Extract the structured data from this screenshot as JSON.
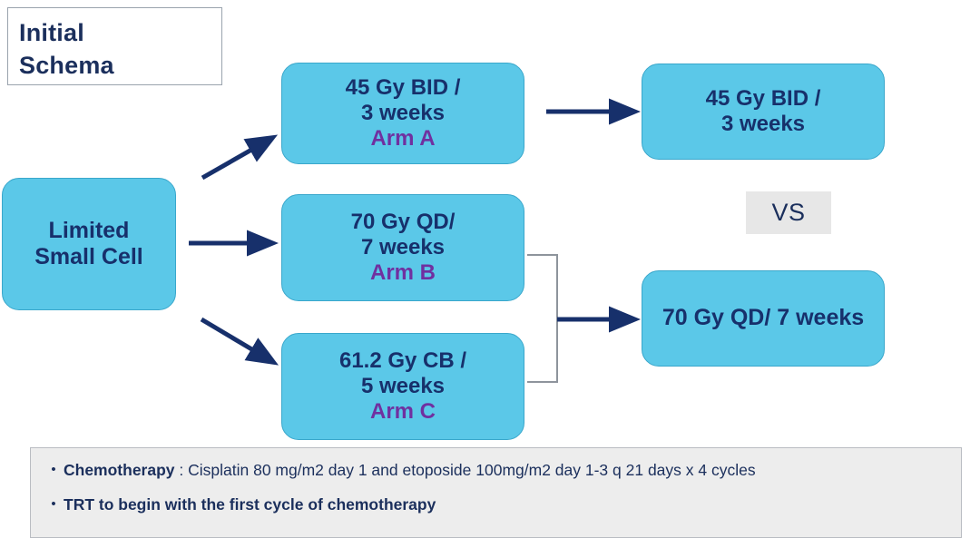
{
  "title": {
    "line1": "Initial",
    "line2": "Schema"
  },
  "colors": {
    "box_fill": "#5BC8E8",
    "box_border": "#3aa7cb",
    "text_navy": "#17306b",
    "arm_purple": "#7030A0",
    "chip_gray": "#E7E7E7",
    "footer_gray": "#EDEDED"
  },
  "flow": {
    "source": {
      "line1": "Limited",
      "line2": "Small Cell"
    },
    "arms": [
      {
        "id": "arm-a",
        "line1": "45 Gy BID /",
        "line2": "3 weeks",
        "arm_label": "Arm A"
      },
      {
        "id": "arm-b",
        "line1": "70 Gy QD/",
        "line2": "7 weeks",
        "arm_label": "Arm B"
      },
      {
        "id": "arm-c",
        "line1": "61.2 Gy CB /",
        "line2": "5 weeks",
        "arm_label": "Arm C"
      }
    ],
    "outcomes": [
      {
        "id": "outcome-top",
        "line1": "45 Gy BID /",
        "line2": "3 weeks"
      },
      {
        "id": "outcome-bottom",
        "line1": "70 Gy QD/ 7 weeks"
      }
    ],
    "comparison_label": "VS"
  },
  "notes": [
    {
      "bullet": "•",
      "bold_text": "Chemotherapy",
      "regular_text": " : Cisplatin 80 mg/m2 day 1 and etoposide 100mg/m2 day 1-3 q 21 days x 4 cycles"
    },
    {
      "bullet": "•",
      "bold_text": "TRT to begin with the first cycle of chemotherapy",
      "regular_text": ""
    }
  ]
}
